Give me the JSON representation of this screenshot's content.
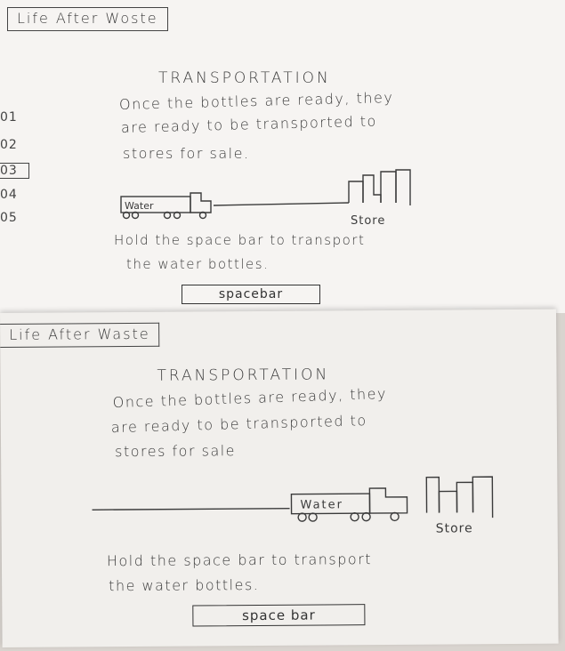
{
  "screens": [
    {
      "app_title": "Life After Woste",
      "heading": "TRANSPORTATION",
      "description_lines": [
        "Once the bottles are ready, they",
        "are ready to be transported to",
        "stores for sale."
      ],
      "truck_label": "Water",
      "store_label": "Store",
      "instruction_lines": [
        "Hold the space bar to transport",
        "the water bottles."
      ],
      "button_label": "spacebar",
      "step_tabs": [
        "01",
        "02",
        "03",
        "04",
        "05"
      ],
      "active_tab": "03",
      "transport_progress": 0
    },
    {
      "app_title": "Life After Waste",
      "heading": "TRANSPORTATION",
      "description_lines": [
        "Once the bottles are ready, they",
        "are ready to be transported to",
        "stores for sale"
      ],
      "truck_label": "Water",
      "store_label": "Store",
      "instruction_lines": [
        "Hold the space bar to transport",
        "the water bottles."
      ],
      "button_label": "space bar",
      "transport_progress": 0.6
    }
  ],
  "colors": {
    "ink": "#3b3b3b",
    "paper": "#f4f2ef",
    "table": "#d9d4cf"
  }
}
